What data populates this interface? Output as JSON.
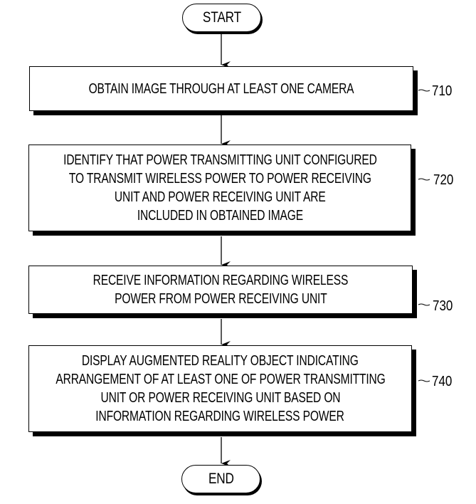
{
  "diagram": {
    "type": "flowchart",
    "start": {
      "label": "START"
    },
    "end": {
      "label": "END"
    },
    "steps": [
      {
        "ref": "710",
        "lines": [
          "OBTAIN IMAGE THROUGH AT LEAST ONE CAMERA"
        ]
      },
      {
        "ref": "720",
        "lines": [
          "IDENTIFY THAT POWER TRANSMITTING UNIT CONFIGURED",
          "TO TRANSMIT WIRELESS POWER TO POWER RECEIVING",
          "UNIT AND POWER RECEIVING UNIT ARE",
          "INCLUDED IN OBTAINED IMAGE"
        ]
      },
      {
        "ref": "730",
        "lines": [
          "RECEIVE INFORMATION REGARDING WIRELESS",
          "POWER FROM POWER RECEIVING UNIT"
        ]
      },
      {
        "ref": "740",
        "lines": [
          "DISPLAY AUGMENTED REALITY OBJECT INDICATING",
          "ARRANGEMENT OF AT LEAST ONE OF POWER TRANSMITTING",
          "UNIT OR POWER RECEIVING UNIT BASED ON",
          "INFORMATION REGARDING WIRELESS POWER"
        ]
      }
    ],
    "colors": {
      "stroke": "#000000",
      "fill": "#ffffff"
    }
  }
}
